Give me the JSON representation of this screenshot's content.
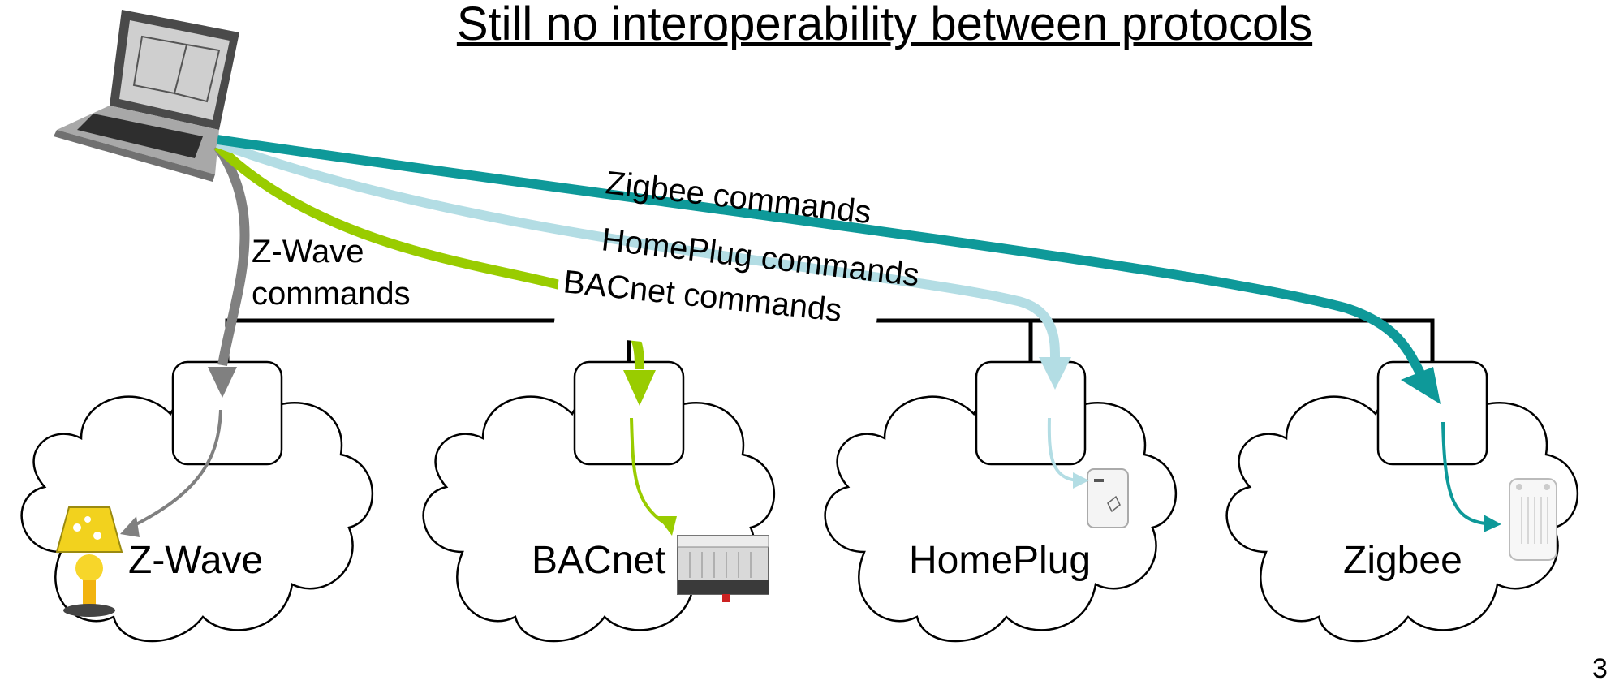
{
  "title": "Still no interoperability between protocols",
  "page_number": "3",
  "commands": {
    "zwave": [
      "Z-Wave",
      "commands"
    ],
    "zigbee": "Zigbee commands",
    "homeplug": "HomePlug commands",
    "bacnet": "BACnet commands"
  },
  "networks": [
    "Z-Wave",
    "BACnet",
    "HomePlug",
    "Zigbee"
  ],
  "colors": {
    "zwave": "#808080",
    "bacnet": "#99cc00",
    "homeplug": "#b3dde4",
    "zigbee": "#0e9999"
  }
}
